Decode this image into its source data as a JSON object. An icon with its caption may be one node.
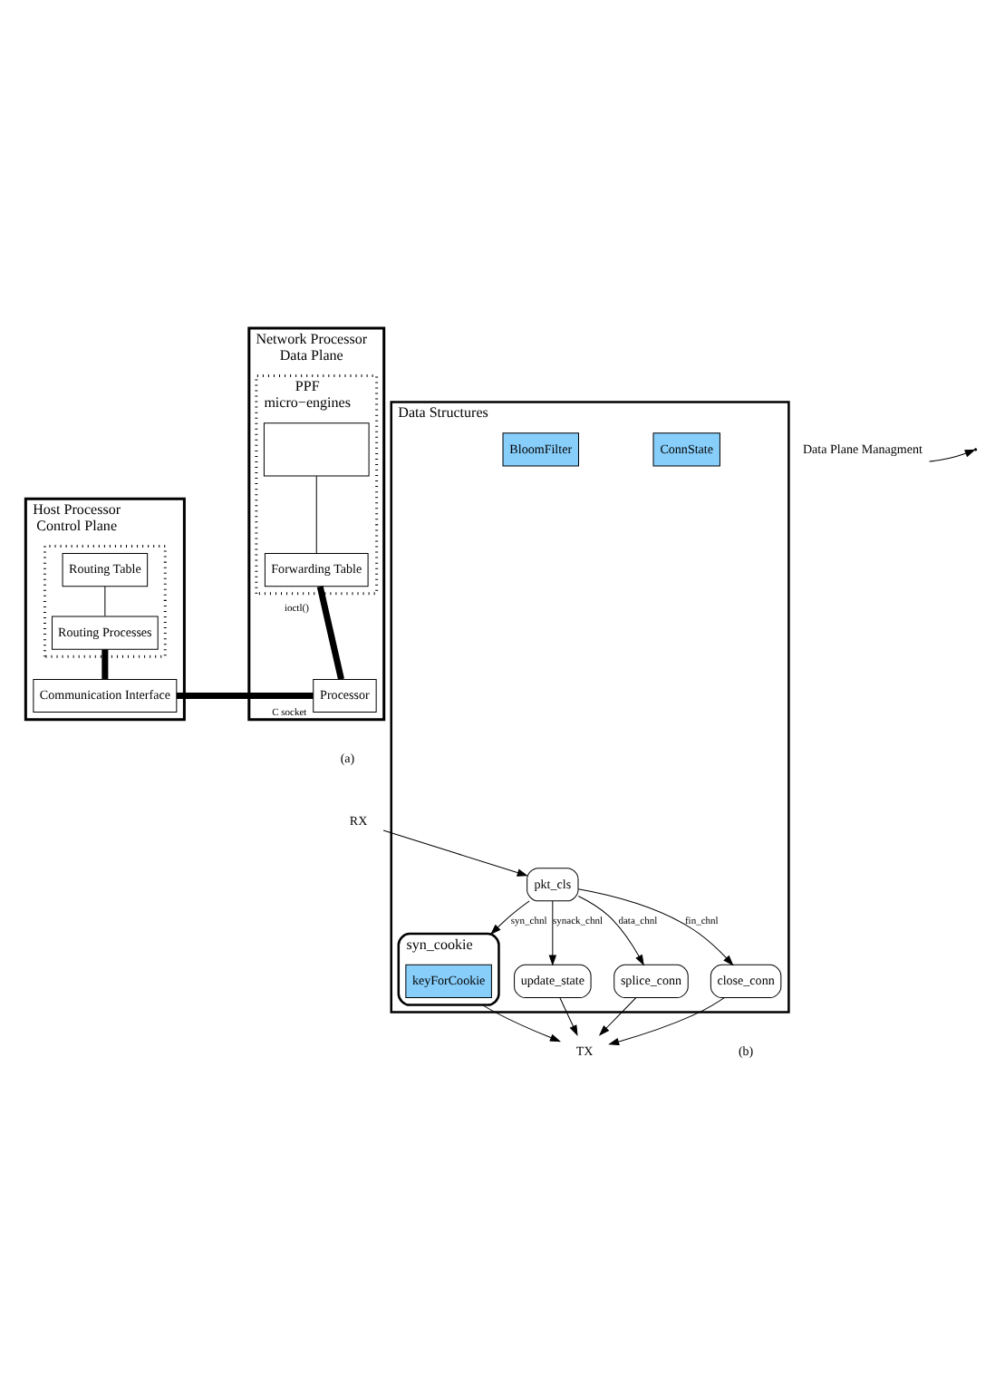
{
  "diagram": {
    "nodes": [
      {
        "text": [
          "Host Processor",
          "Control Plane"
        ]
      },
      {
        "text": [],
        "shape": "box",
        "in": 0
      },
      {
        "text": [
          "Routing Table"
        ],
        "in": 1
      },
      {
        "text": [
          "Routing Processes"
        ],
        "in": 1
      },
      {
        "text": [
          "Communication Interface"
        ],
        "in": 0
      },
      {
        "text": [
          "Network Processor",
          "Data Plane"
        ]
      },
      {
        "text": [
          "PPF",
          "micro−engines"
        ],
        "in": 5
      },
      {
        "text": [],
        "shape": "box",
        "in": 6
      },
      {
        "text": [
          "Forwarding Table"
        ],
        "in": 6
      },
      {
        "text": [
          "Processor"
        ],
        "in": 5
      },
      {
        "text": [
          "Data Plane Managment"
        ]
      },
      {
        "text": [
          "Data Structures"
        ]
      },
      {
        "text": [
          "ConnState"
        ],
        "in": 11
      },
      {
        "text": [
          "BloomFilter"
        ],
        "in": 11
      },
      {
        "text": [
          "pkt_cls"
        ],
        "in": 11
      },
      {
        "text": [
          "syn_cookie"
        ],
        "in": 11
      },
      {
        "text": [
          "keyForCookie"
        ],
        "in": 15
      },
      {
        "text": [
          "update_state"
        ],
        "in": 11
      },
      {
        "text": [
          "splice_conn"
        ],
        "in": 11
      },
      {
        "text": [
          "close_conn"
        ],
        "in": 11
      },
      {
        "text": [
          "RX"
        ]
      },
      {
        "text": [
          "TX"
        ]
      }
    ],
    "edges": [
      {
        "from": 2,
        "to": 3,
        "arrow": "none"
      },
      {
        "from": 3,
        "to": 4,
        "arrow": "none",
        "style": "thick"
      },
      {
        "from": 7,
        "to": 8,
        "arrow": "none"
      },
      {
        "from": 8,
        "to": 9,
        "arrow": "none",
        "style": "thick",
        "label": "ioctl()"
      },
      {
        "from": 4,
        "to": 9,
        "arrow": "none",
        "style": "thick",
        "label": "C socket"
      },
      {
        "from": 10,
        "to": null,
        "arrow": "to"
      },
      {
        "from": 20,
        "to": 14,
        "arrow": "to"
      },
      {
        "from": 14,
        "to": 15,
        "arrow": "to",
        "label": "syn_chnl"
      },
      {
        "from": 14,
        "to": 17,
        "arrow": "to",
        "label": "synack_chnl"
      },
      {
        "from": 14,
        "to": 18,
        "arrow": "to",
        "label": "data_chnl"
      },
      {
        "from": 14,
        "to": 19,
        "arrow": "to",
        "label": "fin_chnl"
      },
      {
        "from": 15,
        "to": 21,
        "arrow": "to"
      },
      {
        "from": 17,
        "to": 21,
        "arrow": "to"
      },
      {
        "from": 18,
        "to": 21,
        "arrow": "to"
      },
      {
        "from": 19,
        "to": 21,
        "arrow": "to"
      }
    ],
    "labels": [
      "(a)",
      "(b)"
    ]
  }
}
